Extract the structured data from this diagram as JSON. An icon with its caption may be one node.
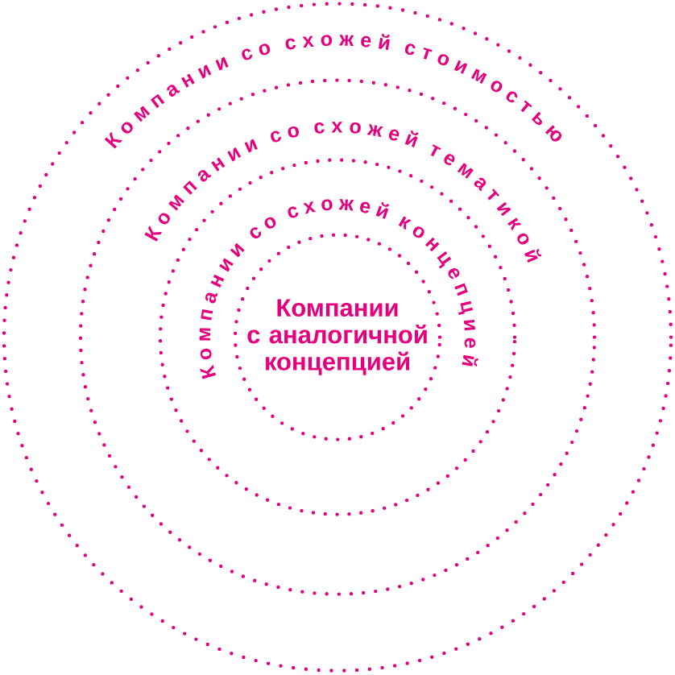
{
  "diagram": {
    "nodes": [
      {
        "text": [],
        "shape": "circle"
      },
      {
        "text": [],
        "shape": "circle",
        "in": 0
      },
      {
        "text": [],
        "shape": "circle",
        "in": 1
      },
      {
        "text": [
          "Компании с аналогичной концепцией"
        ],
        "in": 2
      }
    ],
    "labels": [
      "Компании со схожей стоимостью",
      "Компании со схожей тематикой",
      "Компании со схожей концепцией"
    ]
  }
}
